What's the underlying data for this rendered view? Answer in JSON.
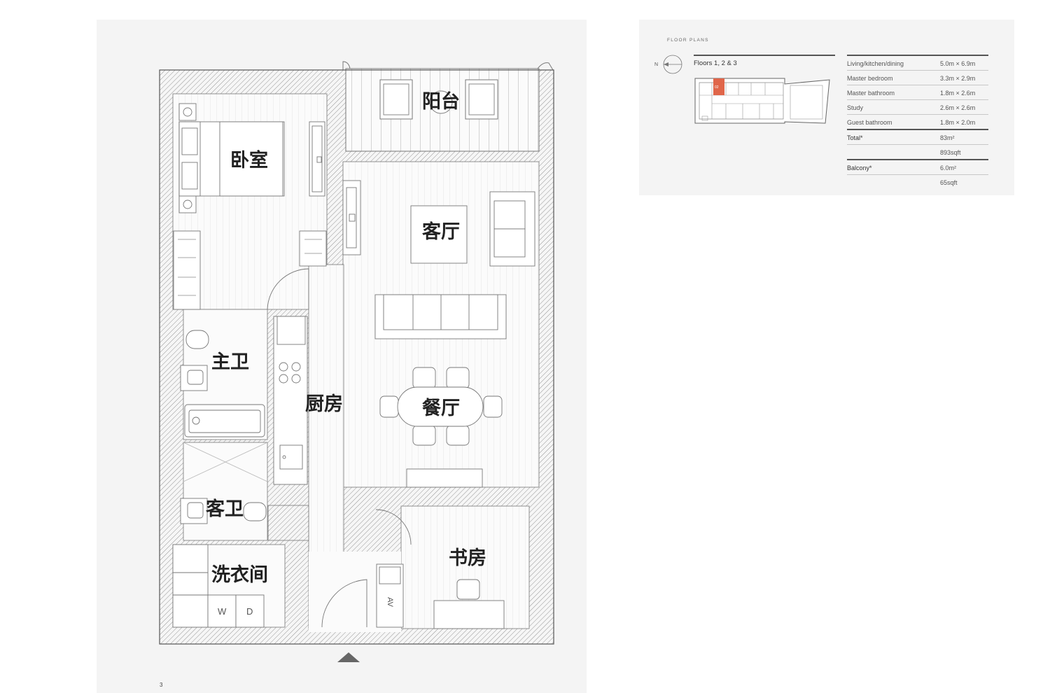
{
  "plan": {
    "rooms": {
      "balcony": "阳台",
      "bedroom": "卧室",
      "living": "客厅",
      "master_bath": "主卫",
      "kitchen": "厨房",
      "dining": "餐厅",
      "guest_bath": "客卫",
      "laundry": "洗衣间",
      "study": "书房"
    },
    "appliances": {
      "washer": "W",
      "dryer": "D",
      "av": "AV"
    },
    "page_number": "3"
  },
  "info": {
    "section_label": "FLOOR PLANS",
    "compass": "N",
    "floors": "Floors 1, 2 & 3",
    "unit_tag": "02",
    "highlight_color": "#e0664a",
    "specs": [
      {
        "label": "Living/kitchen/dining",
        "value": "5.0m × 6.9m"
      },
      {
        "label": "Master bedroom",
        "value": "3.3m × 2.9m"
      },
      {
        "label": "Master bathroom",
        "value": "1.8m × 2.6m"
      },
      {
        "label": "Study",
        "value": "2.6m × 2.6m"
      },
      {
        "label": "Guest bathroom",
        "value": "1.8m × 2.0m"
      },
      {
        "label": "Total*",
        "value": "83m²"
      },
      {
        "label": "",
        "value": "893sqft"
      },
      {
        "label": "Balcony*",
        "value": "6.0m²"
      },
      {
        "label": "",
        "value": "65sqft"
      }
    ]
  },
  "colors": {
    "page_bg": "#f4f4f4",
    "wall": "#666666",
    "line": "#888888"
  }
}
